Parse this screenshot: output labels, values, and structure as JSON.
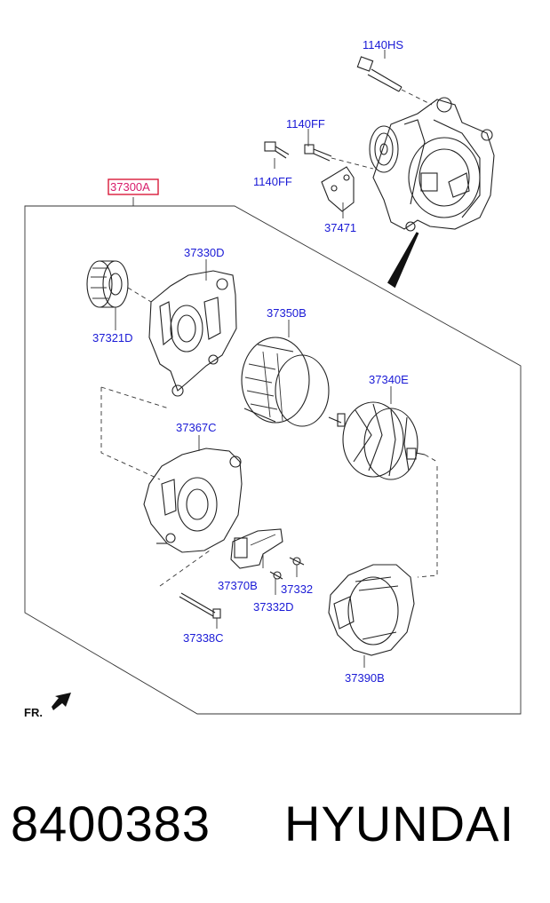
{
  "labels": {
    "bolt_top": "1140HS",
    "bolt_mid_a": "1140FF",
    "bolt_mid_b": "1140FF",
    "bracket": "37471",
    "assembly": "37300A",
    "front_bracket": "37330D",
    "pulley": "37321D",
    "stator": "37350B",
    "rotor": "37340E",
    "rear_bracket": "37367C",
    "regulator": "37370B",
    "screw_a": "37332",
    "screw_b": "37332D",
    "through_bolt": "37338C",
    "rear_cover": "37390B"
  },
  "direction": "FR.",
  "footer": {
    "part_number": "8400383",
    "brand": "HYUNDAI"
  },
  "colors": {
    "label": "#1a1ad6",
    "highlight": "#d81b6a",
    "line": "#222222"
  }
}
